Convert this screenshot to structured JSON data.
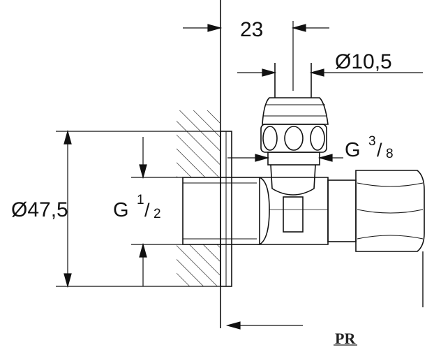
{
  "dimensions": {
    "width_mm": "23",
    "outlet_diameter": "Ø10,5",
    "flange_diameter": "Ø47,5"
  },
  "threads": {
    "outlet": {
      "prefix": "G",
      "numerator": "3",
      "slash": "/",
      "denominator": "8"
    },
    "inlet": {
      "prefix": "G",
      "numerator": "1",
      "slash": "/",
      "denominator": "2"
    }
  },
  "mark": {
    "text": "PR"
  },
  "colors": {
    "line": "#111111",
    "background": "#ffffff"
  }
}
